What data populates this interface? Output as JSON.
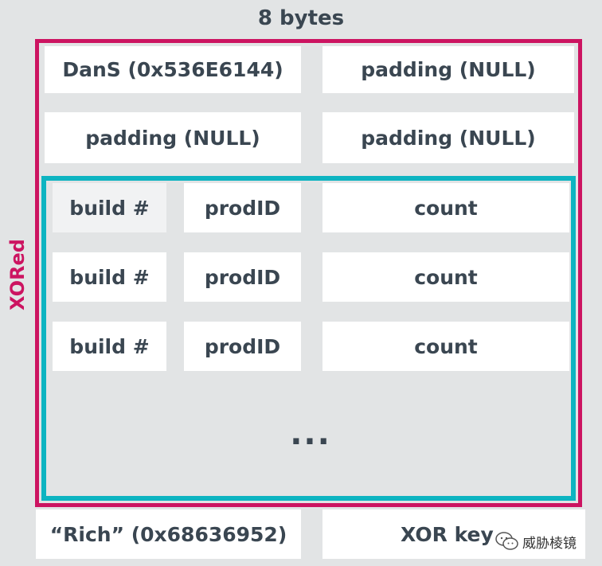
{
  "diagram": {
    "title": "8 bytes",
    "side_label": "XORed",
    "header_rows": [
      {
        "left": "DanS (0x536E6144)",
        "right": "padding (NULL)"
      },
      {
        "left": "padding (NULL)",
        "right": "padding (NULL)"
      }
    ],
    "entries": [
      {
        "build": "build #",
        "prod": "prodID",
        "count": "count"
      },
      {
        "build": "build #",
        "prod": "prodID",
        "count": "count"
      },
      {
        "build": "build #",
        "prod": "prodID",
        "count": "count"
      }
    ],
    "ellipsis": "...",
    "footer": {
      "left": "“Rich” (0x68636952)",
      "right": "XOR key"
    },
    "colors": {
      "xored_border": "#cc1461",
      "entries_border": "#0db4c1",
      "text": "#3a4651",
      "background": "#e2e4e5"
    }
  },
  "watermark": {
    "text": "威胁棱镜",
    "icon": "wechat-logo-icon"
  }
}
